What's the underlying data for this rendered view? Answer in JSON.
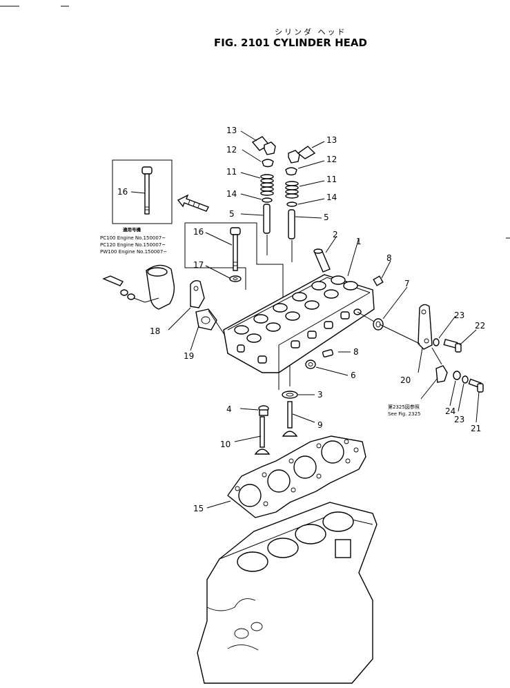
{
  "header": {
    "title_jp": "シリンダ ヘッド",
    "title": "FIG. 2101   CYLINDER HEAD"
  },
  "inset_note": {
    "heading": "適用号機",
    "lines": [
      "PC100  Engine No.150007~",
      "PC120  Engine No.150007~",
      "PW100  Engine No.150007~"
    ]
  },
  "reference_note": {
    "line1": "第2325図参照",
    "line2": "See  Fig.  2325"
  },
  "callouts": [
    {
      "id": "c13a",
      "label": "13"
    },
    {
      "id": "c12a",
      "label": "12"
    },
    {
      "id": "c11a",
      "label": "11"
    },
    {
      "id": "c14a",
      "label": "14"
    },
    {
      "id": "c5a",
      "label": "5"
    },
    {
      "id": "c13b",
      "label": "13"
    },
    {
      "id": "c12b",
      "label": "12"
    },
    {
      "id": "c11b",
      "label": "11"
    },
    {
      "id": "c14b",
      "label": "14"
    },
    {
      "id": "c5b",
      "label": "5"
    },
    {
      "id": "c16a",
      "label": "16"
    },
    {
      "id": "c16b",
      "label": "16"
    },
    {
      "id": "c17",
      "label": "17"
    },
    {
      "id": "c2",
      "label": "2"
    },
    {
      "id": "c1",
      "label": "1"
    },
    {
      "id": "c8a",
      "label": "8"
    },
    {
      "id": "c7",
      "label": "7"
    },
    {
      "id": "c18",
      "label": "18"
    },
    {
      "id": "c19",
      "label": "19"
    },
    {
      "id": "c8b",
      "label": "8"
    },
    {
      "id": "c6",
      "label": "6"
    },
    {
      "id": "c3",
      "label": "3"
    },
    {
      "id": "c4",
      "label": "4"
    },
    {
      "id": "c9",
      "label": "9"
    },
    {
      "id": "c10",
      "label": "10"
    },
    {
      "id": "c15",
      "label": "15"
    },
    {
      "id": "c23a",
      "label": "23"
    },
    {
      "id": "c22",
      "label": "22"
    },
    {
      "id": "c20",
      "label": "20"
    },
    {
      "id": "c24",
      "label": "24"
    },
    {
      "id": "c23b",
      "label": "23"
    },
    {
      "id": "c21",
      "label": "21"
    }
  ]
}
